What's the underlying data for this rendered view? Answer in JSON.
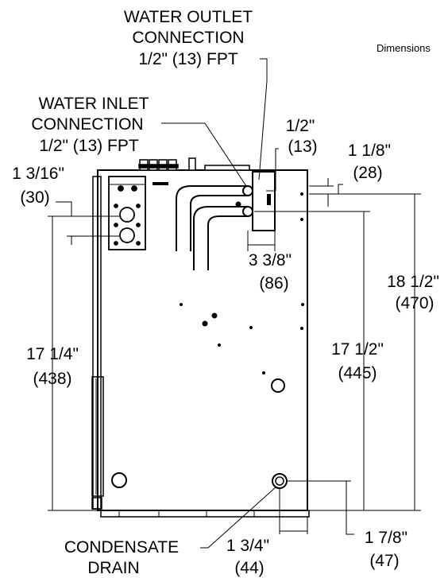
{
  "header": {
    "caption": "Dimensions"
  },
  "callouts": {
    "water_outlet": {
      "line1": "WATER OUTLET",
      "line2": "CONNECTION",
      "line3": "1/2\" (13) FPT"
    },
    "water_inlet": {
      "line1": "WATER INLET",
      "line2": "CONNECTION",
      "line3": "1/2\" (13) FPT"
    },
    "condensate": {
      "line1": "CONDENSATE",
      "line2": "DRAIN"
    }
  },
  "dimensions": {
    "d_1_2": {
      "imperial": "1/2\"",
      "metric": "(13)"
    },
    "d_1_1_8": {
      "imperial": "1 1/8\"",
      "metric": "(28)"
    },
    "d_1_3_16": {
      "imperial": "1 3/16\"",
      "metric": "(30)"
    },
    "d_3_3_8": {
      "imperial": "3 3/8\"",
      "metric": "(86)"
    },
    "d_18_1_2": {
      "imperial": "18 1/2\"",
      "metric": "(470)"
    },
    "d_17_1_4": {
      "imperial": "17 1/4\"",
      "metric": "(438)"
    },
    "d_17_1_2": {
      "imperial": "17 1/2\"",
      "metric": "(445)"
    },
    "d_1_3_4": {
      "imperial": "1 3/4\"",
      "metric": "(44)"
    },
    "d_1_7_8": {
      "imperial": "1 7/8\"",
      "metric": "(47)"
    }
  }
}
